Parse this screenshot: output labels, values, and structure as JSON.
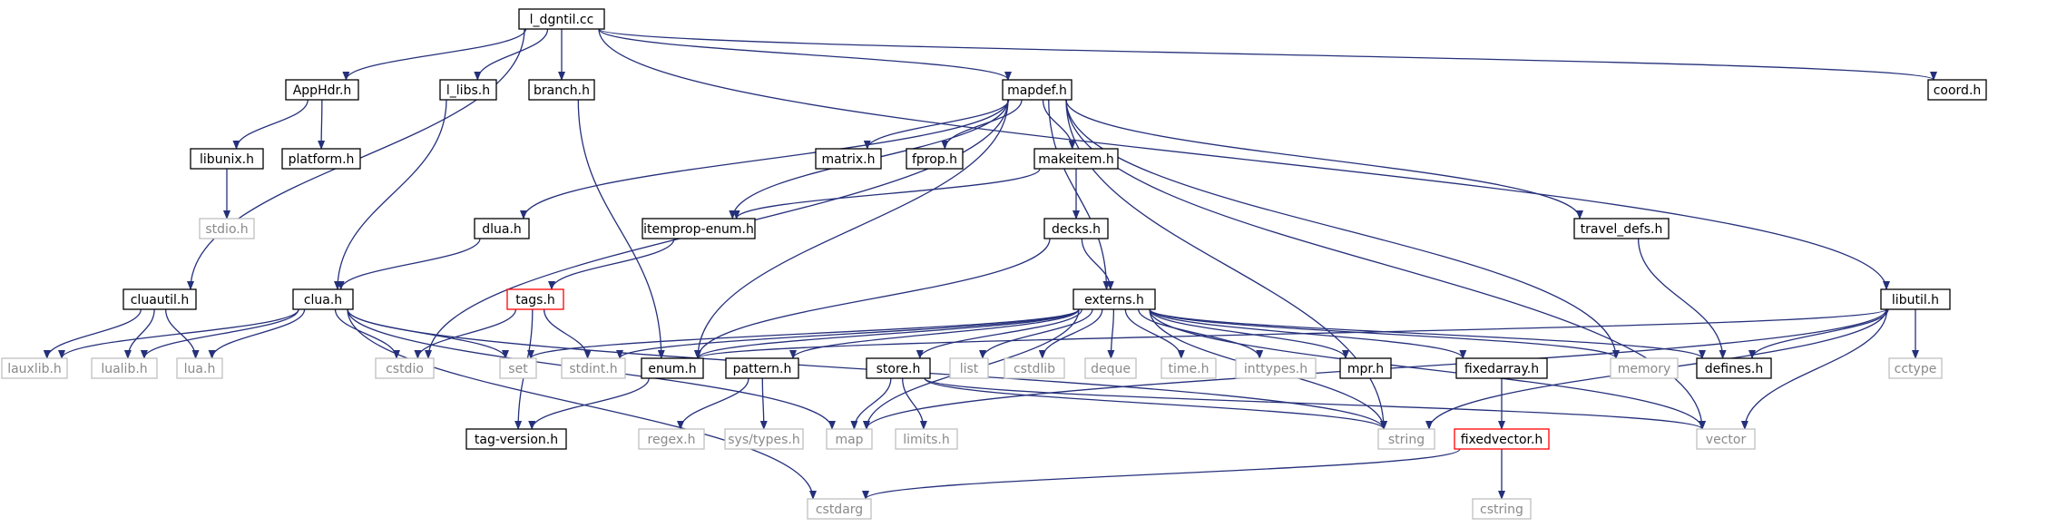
{
  "colors": {
    "edge": "#25307a",
    "root_fill": "#bfbfbf",
    "border_normal": "#000000",
    "border_external": "#bfbfbf",
    "border_truncated": "#ff0000",
    "text_normal": "#000000",
    "text_external": "#8a8a8a"
  },
  "nodes": [
    {
      "id": "l_dgntil",
      "label": "l_dgntil.cc",
      "kind": "root"
    },
    {
      "id": "apphdr",
      "label": "AppHdr.h",
      "kind": "normal"
    },
    {
      "id": "l_libs",
      "label": "l_libs.h",
      "kind": "normal"
    },
    {
      "id": "branch",
      "label": "branch.h",
      "kind": "normal"
    },
    {
      "id": "mapdef",
      "label": "mapdef.h",
      "kind": "normal"
    },
    {
      "id": "coord",
      "label": "coord.h",
      "kind": "normal"
    },
    {
      "id": "libunix",
      "label": "libunix.h",
      "kind": "normal"
    },
    {
      "id": "platform",
      "label": "platform.h",
      "kind": "normal"
    },
    {
      "id": "stdio",
      "label": "stdio.h",
      "kind": "external"
    },
    {
      "id": "matrix",
      "label": "matrix.h",
      "kind": "normal"
    },
    {
      "id": "fprop",
      "label": "fprop.h",
      "kind": "normal"
    },
    {
      "id": "makeitem",
      "label": "makeitem.h",
      "kind": "normal"
    },
    {
      "id": "dlua",
      "label": "dlua.h",
      "kind": "normal"
    },
    {
      "id": "itemprop",
      "label": "itemprop-enum.h",
      "kind": "normal"
    },
    {
      "id": "decks",
      "label": "decks.h",
      "kind": "normal"
    },
    {
      "id": "travel",
      "label": "travel_defs.h",
      "kind": "normal"
    },
    {
      "id": "cluautil",
      "label": "cluautil.h",
      "kind": "normal"
    },
    {
      "id": "clua",
      "label": "clua.h",
      "kind": "normal"
    },
    {
      "id": "tags",
      "label": "tags.h",
      "kind": "truncated"
    },
    {
      "id": "externs",
      "label": "externs.h",
      "kind": "normal"
    },
    {
      "id": "libutil",
      "label": "libutil.h",
      "kind": "normal"
    },
    {
      "id": "lauxlib",
      "label": "lauxlib.h",
      "kind": "external"
    },
    {
      "id": "lualib",
      "label": "lualib.h",
      "kind": "external"
    },
    {
      "id": "lua",
      "label": "lua.h",
      "kind": "external"
    },
    {
      "id": "cstdio",
      "label": "cstdio",
      "kind": "external"
    },
    {
      "id": "set",
      "label": "set",
      "kind": "external"
    },
    {
      "id": "stdint",
      "label": "stdint.h",
      "kind": "external"
    },
    {
      "id": "enum",
      "label": "enum.h",
      "kind": "normal"
    },
    {
      "id": "pattern",
      "label": "pattern.h",
      "kind": "normal"
    },
    {
      "id": "store",
      "label": "store.h",
      "kind": "normal"
    },
    {
      "id": "list",
      "label": "list",
      "kind": "external"
    },
    {
      "id": "cstdlib",
      "label": "cstdlib",
      "kind": "external"
    },
    {
      "id": "deque",
      "label": "deque",
      "kind": "external"
    },
    {
      "id": "time",
      "label": "time.h",
      "kind": "external"
    },
    {
      "id": "inttypes",
      "label": "inttypes.h",
      "kind": "external"
    },
    {
      "id": "mpr",
      "label": "mpr.h",
      "kind": "normal"
    },
    {
      "id": "fixedarray",
      "label": "fixedarray.h",
      "kind": "normal"
    },
    {
      "id": "memory",
      "label": "memory",
      "kind": "external"
    },
    {
      "id": "defines",
      "label": "defines.h",
      "kind": "normal"
    },
    {
      "id": "cctype",
      "label": "cctype",
      "kind": "external"
    },
    {
      "id": "tagversion",
      "label": "tag-version.h",
      "kind": "normal"
    },
    {
      "id": "regex",
      "label": "regex.h",
      "kind": "external"
    },
    {
      "id": "systypes",
      "label": "sys/types.h",
      "kind": "external"
    },
    {
      "id": "map",
      "label": "map",
      "kind": "external"
    },
    {
      "id": "limits",
      "label": "limits.h",
      "kind": "external"
    },
    {
      "id": "string",
      "label": "string",
      "kind": "external"
    },
    {
      "id": "fixedvector",
      "label": "fixedvector.h",
      "kind": "truncated"
    },
    {
      "id": "vector",
      "label": "vector",
      "kind": "external"
    },
    {
      "id": "cstring",
      "label": "cstring",
      "kind": "external"
    },
    {
      "id": "cstdarg",
      "label": "cstdarg",
      "kind": "external"
    }
  ],
  "edges": [
    [
      "l_dgntil",
      "apphdr"
    ],
    [
      "l_dgntil",
      "l_libs"
    ],
    [
      "l_dgntil",
      "branch"
    ],
    [
      "l_dgntil",
      "mapdef"
    ],
    [
      "l_dgntil",
      "coord"
    ],
    [
      "l_dgntil",
      "cluautil"
    ],
    [
      "l_dgntil",
      "libutil"
    ],
    [
      "apphdr",
      "libunix"
    ],
    [
      "apphdr",
      "platform"
    ],
    [
      "libunix",
      "stdio"
    ],
    [
      "l_libs",
      "clua"
    ],
    [
      "branch",
      "enum"
    ],
    [
      "mapdef",
      "matrix"
    ],
    [
      "mapdef",
      "fprop"
    ],
    [
      "mapdef",
      "makeitem"
    ],
    [
      "mapdef",
      "dlua"
    ],
    [
      "mapdef",
      "itemprop"
    ],
    [
      "mapdef",
      "externs"
    ],
    [
      "mapdef",
      "travel"
    ],
    [
      "mapdef",
      "enum"
    ],
    [
      "mapdef",
      "cstdio"
    ],
    [
      "mapdef",
      "memory"
    ],
    [
      "mapdef",
      "string"
    ],
    [
      "mapdef",
      "vector"
    ],
    [
      "makeitem",
      "itemprop"
    ],
    [
      "makeitem",
      "decks"
    ],
    [
      "decks",
      "externs"
    ],
    [
      "decks",
      "enum"
    ],
    [
      "dlua",
      "clua"
    ],
    [
      "itemprop",
      "tags"
    ],
    [
      "travel",
      "defines"
    ],
    [
      "cluautil",
      "lauxlib"
    ],
    [
      "cluautil",
      "lualib"
    ],
    [
      "cluautil",
      "lua"
    ],
    [
      "clua",
      "lauxlib"
    ],
    [
      "clua",
      "lualib"
    ],
    [
      "clua",
      "lua"
    ],
    [
      "clua",
      "cstdio"
    ],
    [
      "clua",
      "set"
    ],
    [
      "clua",
      "map"
    ],
    [
      "clua",
      "string"
    ],
    [
      "clua",
      "cstdarg"
    ],
    [
      "tags",
      "cstdio"
    ],
    [
      "tags",
      "stdint"
    ],
    [
      "tags",
      "tagversion"
    ],
    [
      "externs",
      "set"
    ],
    [
      "externs",
      "stdint"
    ],
    [
      "externs",
      "enum"
    ],
    [
      "externs",
      "pattern"
    ],
    [
      "externs",
      "store"
    ],
    [
      "externs",
      "list"
    ],
    [
      "externs",
      "cstdlib"
    ],
    [
      "externs",
      "deque"
    ],
    [
      "externs",
      "time"
    ],
    [
      "externs",
      "inttypes"
    ],
    [
      "externs",
      "mpr"
    ],
    [
      "externs",
      "fixedarray"
    ],
    [
      "externs",
      "memory"
    ],
    [
      "externs",
      "defines"
    ],
    [
      "externs",
      "map"
    ],
    [
      "externs",
      "string"
    ],
    [
      "externs",
      "vector"
    ],
    [
      "enum",
      "tagversion"
    ],
    [
      "pattern",
      "regex"
    ],
    [
      "pattern",
      "systypes"
    ],
    [
      "store",
      "map"
    ],
    [
      "store",
      "limits"
    ],
    [
      "store",
      "string"
    ],
    [
      "store",
      "vector"
    ],
    [
      "fixedarray",
      "fixedvector"
    ],
    [
      "fixedvector",
      "cstring"
    ],
    [
      "fixedvector",
      "cstdarg"
    ],
    [
      "libutil",
      "enum"
    ],
    [
      "libutil",
      "defines"
    ],
    [
      "libutil",
      "cctype"
    ],
    [
      "libutil",
      "map"
    ],
    [
      "libutil",
      "string"
    ],
    [
      "libutil",
      "vector"
    ]
  ]
}
